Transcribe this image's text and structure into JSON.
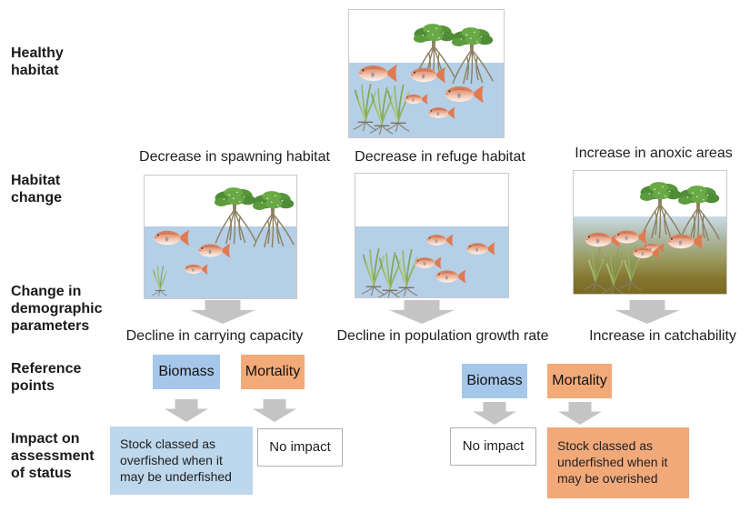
{
  "diagram": {
    "row_labels": {
      "healthy": "Healthy\nhabitat",
      "habitat_change": "Habitat\nchange",
      "demographic": "Change in\ndemographic\nparameters",
      "reference": "Reference\npoints",
      "impact": "Impact on\nassessment\nof status"
    },
    "columns": [
      {
        "habitat_title": "Decrease in spawning habitat",
        "parameter": "Decline in carrying capacity"
      },
      {
        "habitat_title": "Decrease in refuge habitat",
        "parameter": "Decline in population growth rate"
      },
      {
        "habitat_title": "Increase in anoxic areas",
        "parameter": "Increase in catchability"
      }
    ],
    "reference_groups": [
      {
        "biomass_label": "Biomass",
        "mortality_label": "Mortality",
        "biomass_impact": "Stock classed as overfished when it may be underfished",
        "mortality_impact": "No impact"
      },
      {
        "biomass_label": "Biomass",
        "mortality_label": "Mortality",
        "biomass_impact": "No impact",
        "mortality_impact": "Stock classed as underfished when it may be overished"
      }
    ],
    "scenes": {
      "healthy": [
        "mangrove-icon",
        "seagrass-icon",
        "fish-school-of-5"
      ],
      "spawning_loss": [
        "mangrove-icon",
        "sparse-seagrass-icon",
        "fish-school-of-3"
      ],
      "refuge_loss": [
        "seagrass-icon",
        "fish-school-of-4"
      ],
      "anoxic": [
        "mangrove-icon",
        "seagrass-icon",
        "fish-school-of-5",
        "anoxic-water-gradient"
      ]
    },
    "colors": {
      "water": "#b5cfe6",
      "biomass_box": "#a5c7e9",
      "mortality_box": "#f2aa79",
      "impact_blue_box": "#bdd7ec",
      "impact_orange_box": "#f2a97a",
      "arrow_gray": "#c4c4c4",
      "anoxic_bottom": "#7a6a20",
      "mangrove_green": "#579639",
      "fish_body": "#e8a183"
    }
  }
}
